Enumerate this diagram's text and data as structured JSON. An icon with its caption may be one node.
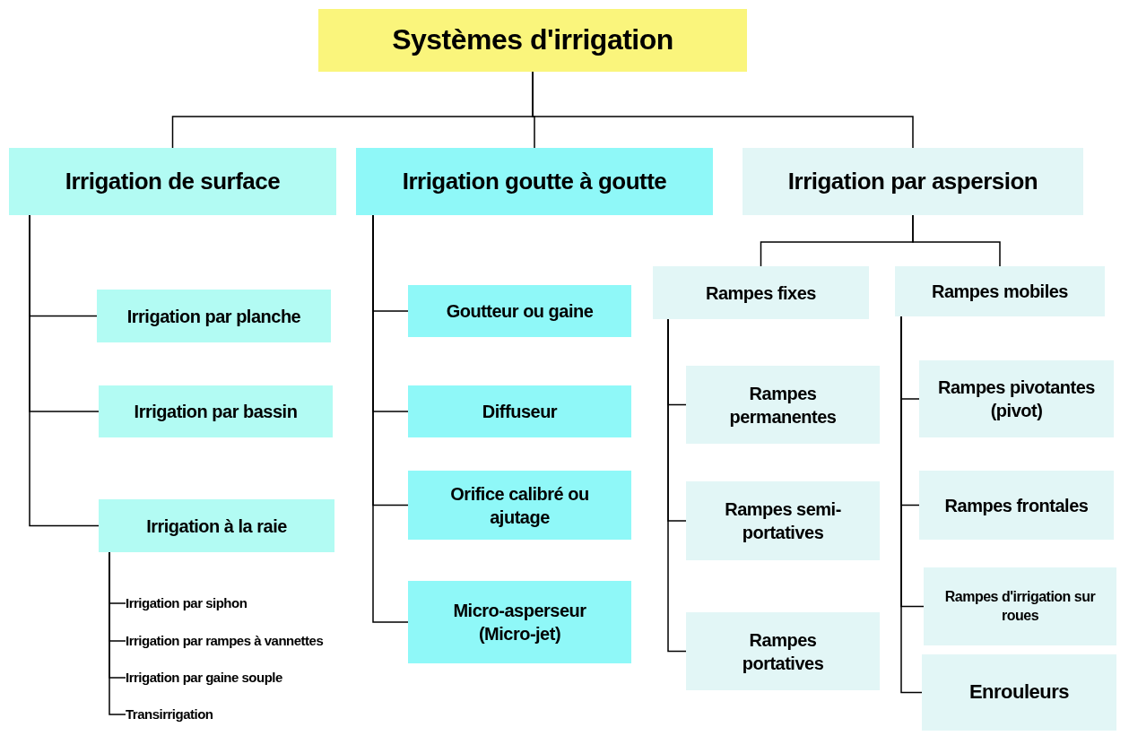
{
  "diagram": {
    "nodes": [
      {
        "text": [
          "Systèmes d'irrigation"
        ]
      },
      {
        "text": [
          "Irrigation de surface"
        ]
      },
      {
        "text": [
          "Irrigation goutte à goutte"
        ]
      },
      {
        "text": [
          "Irrigation par aspersion"
        ]
      },
      {
        "text": [
          "Irrigation par planche"
        ]
      },
      {
        "text": [
          "Irrigation par bassin"
        ]
      },
      {
        "text": [
          "Irrigation à la raie"
        ]
      },
      {
        "text": [
          "Irrigation par siphon"
        ]
      },
      {
        "text": [
          "Irrigation par rampes à vannettes"
        ]
      },
      {
        "text": [
          "Irrigation par gaine souple"
        ]
      },
      {
        "text": [
          "Transirrigation"
        ]
      },
      {
        "text": [
          "Goutteur ou gaine"
        ]
      },
      {
        "text": [
          "Diffuseur"
        ]
      },
      {
        "text": [
          "Orifice calibré ou ajutage"
        ]
      },
      {
        "text": [
          "Micro-asperseur (Micro-jet)"
        ]
      },
      {
        "text": [
          "Rampes fixes"
        ]
      },
      {
        "text": [
          "Rampes mobiles"
        ]
      },
      {
        "text": [
          "Rampes permanentes"
        ]
      },
      {
        "text": [
          "Rampes semi-portatives"
        ]
      },
      {
        "text": [
          "Rampes portatives"
        ]
      },
      {
        "text": [
          "Rampes pivotantes (pivot)"
        ]
      },
      {
        "text": [
          "Rampes frontales"
        ]
      },
      {
        "text": [
          "Rampes d'irrigation sur roues"
        ]
      },
      {
        "text": [
          "Enrouleurs"
        ]
      }
    ],
    "edges": [
      {
        "from": 0,
        "to": 1,
        "arrow": "none"
      },
      {
        "from": 0,
        "to": 2,
        "arrow": "none"
      },
      {
        "from": 0,
        "to": 3,
        "arrow": "none"
      },
      {
        "from": 1,
        "to": 4,
        "arrow": "none"
      },
      {
        "from": 1,
        "to": 5,
        "arrow": "none"
      },
      {
        "from": 1,
        "to": 6,
        "arrow": "none"
      },
      {
        "from": 6,
        "to": 7,
        "arrow": "none"
      },
      {
        "from": 6,
        "to": 8,
        "arrow": "none"
      },
      {
        "from": 6,
        "to": 9,
        "arrow": "none"
      },
      {
        "from": 6,
        "to": 10,
        "arrow": "none"
      },
      {
        "from": 2,
        "to": 11,
        "arrow": "none"
      },
      {
        "from": 2,
        "to": 12,
        "arrow": "none"
      },
      {
        "from": 2,
        "to": 13,
        "arrow": "none"
      },
      {
        "from": 2,
        "to": 14,
        "arrow": "none"
      },
      {
        "from": 3,
        "to": 15,
        "arrow": "none"
      },
      {
        "from": 3,
        "to": 16,
        "arrow": "none"
      },
      {
        "from": 15,
        "to": 17,
        "arrow": "none"
      },
      {
        "from": 15,
        "to": 18,
        "arrow": "none"
      },
      {
        "from": 15,
        "to": 19,
        "arrow": "none"
      },
      {
        "from": 16,
        "to": 20,
        "arrow": "none"
      },
      {
        "from": 16,
        "to": 21,
        "arrow": "none"
      },
      {
        "from": 16,
        "to": 22,
        "arrow": "none"
      },
      {
        "from": 16,
        "to": 23,
        "arrow": "none"
      }
    ]
  }
}
